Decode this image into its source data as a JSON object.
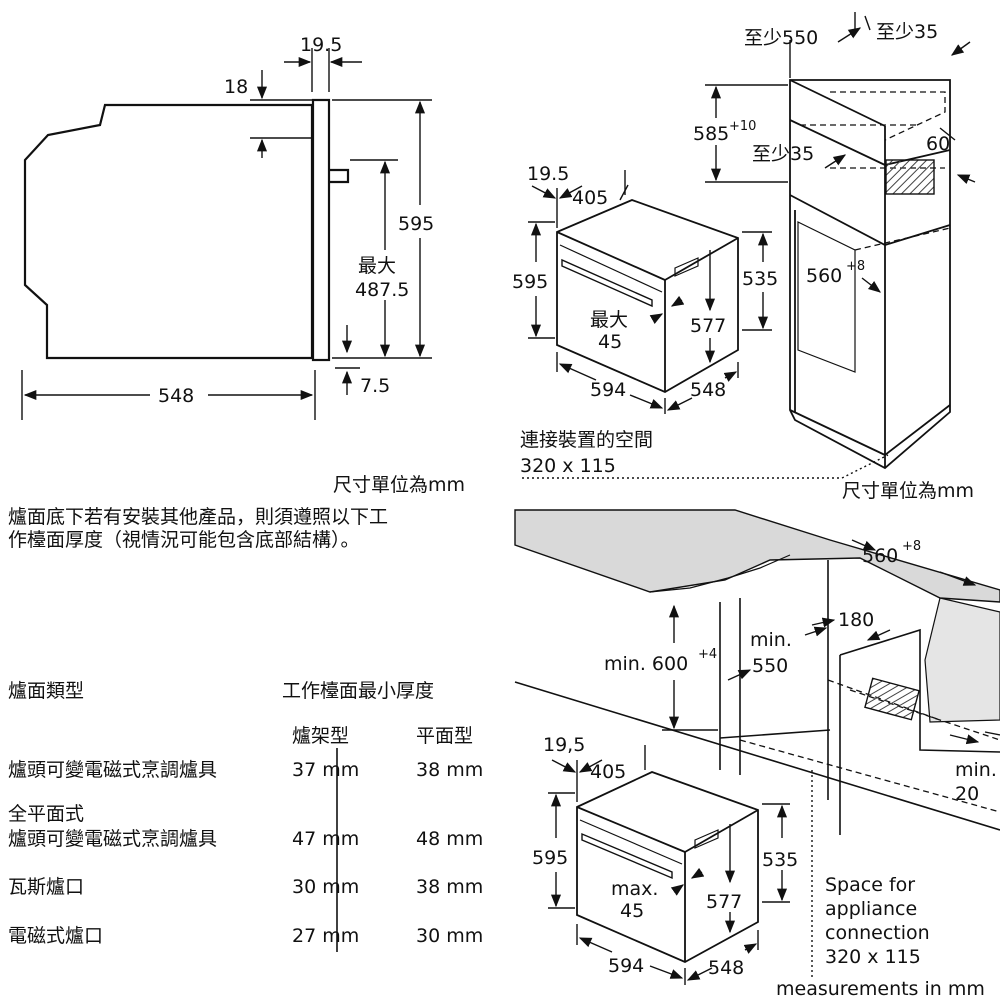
{
  "colors": {
    "line": "#111111",
    "worktop_fill": "#d9d9d9",
    "hatch": "#555555"
  },
  "side_view": {
    "d_19_5": "19.5",
    "d_18": "18",
    "d_595": "595",
    "max_label": "最大",
    "d_487_5": "487.5",
    "d_548": "548",
    "d_7_5": "7.5"
  },
  "tall_unit": {
    "d_min550": "至少550",
    "d_min35_top": "至少35",
    "d_585": "585",
    "d_585_sup": "+10",
    "d_min35": "至少35",
    "d_60": "60",
    "d_560": "560",
    "d_560_sup": "+8"
  },
  "oven_top": {
    "d_19_5": "19.5",
    "d_405": "405",
    "d_595": "595",
    "d_535": "535",
    "max_label": "最大",
    "d_45": "45",
    "d_577": "577",
    "d_594": "594",
    "d_548": "548",
    "connection_label": "連接裝置的空間",
    "connection_size": "320 x 115"
  },
  "units_zh_left": "尺寸單位為mm",
  "units_zh_right": "尺寸單位為mm",
  "note_line1": "爐面底下若有安裝其他產品，則須遵照以下工",
  "note_line2": "作檯面厚度（視情況可能包含底部結構）。",
  "table": {
    "col_type": "爐面類型",
    "col_thickness": "工作檯面最小厚度",
    "sub_frame": "爐架型",
    "sub_flat": "平面型",
    "rows": [
      {
        "label1": "",
        "label2": "爐頭可變電磁式烹調爐具",
        "frame": "37 mm",
        "flat": "38 mm"
      },
      {
        "label1": "全平面式",
        "label2": "爐頭可變電磁式烹調爐具",
        "frame": "47 mm",
        "flat": "48 mm"
      },
      {
        "label1": "",
        "label2": "瓦斯爐口",
        "frame": "30 mm",
        "flat": "38 mm"
      },
      {
        "label1": "",
        "label2": "電磁式爐口",
        "frame": "27 mm",
        "flat": "30 mm"
      }
    ]
  },
  "under_counter": {
    "d_560": "560",
    "d_560_sup": "+8",
    "d_180": "180",
    "min_label": "min.",
    "d_550": "550",
    "d_600": "min. 600",
    "d_600_sup": "+4",
    "d_min20_a": "min.",
    "d_min20_b": "20"
  },
  "oven_bottom": {
    "d_19_5": "19,5",
    "d_405": "405",
    "d_595": "595",
    "d_535": "535",
    "max_label": "max.",
    "d_45": "45",
    "d_577": "577",
    "d_594": "594",
    "d_548": "548",
    "space_1": "Space for",
    "space_2": "appliance",
    "space_3": "connection",
    "space_4": "320 x 115"
  },
  "units_en": "measurements in mm"
}
